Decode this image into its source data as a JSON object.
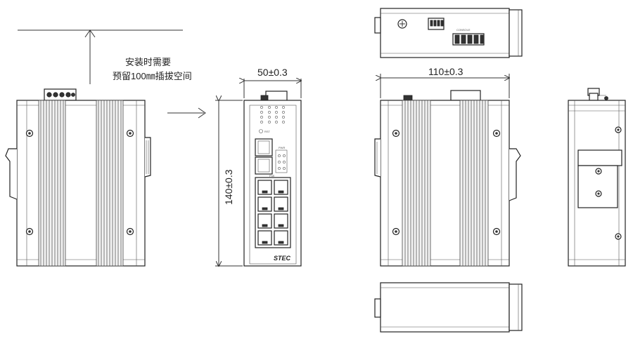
{
  "note": {
    "line1": "安装时需要",
    "line2": "预留100㎜插拔空间"
  },
  "dimensions": {
    "width_front": "50±0.3",
    "depth_side": "110±0.3",
    "height": "140±0.3"
  },
  "brand": "STEC",
  "port_labels": {
    "console": "CONSOLE",
    "pwr": "PWR",
    "rst": "RST",
    "poe": "PoE"
  }
}
